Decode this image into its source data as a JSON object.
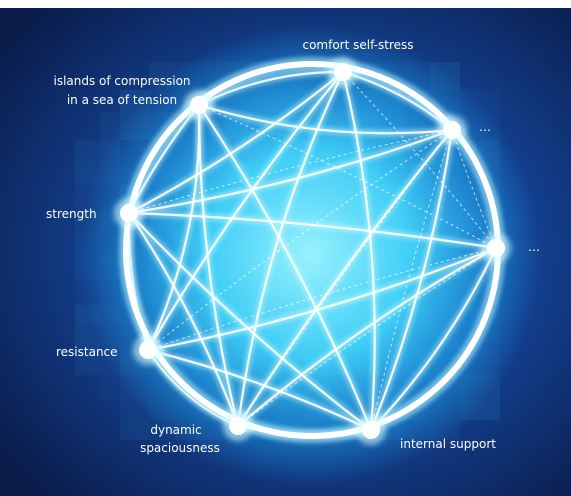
{
  "diagram": {
    "nodes": [
      {
        "id": "comfort",
        "label_lines": [
          "comfort self-stress"
        ]
      },
      {
        "id": "islands",
        "label_lines": [
          "islands of compression",
          "in a sea of tension"
        ]
      },
      {
        "id": "ellipsis-top",
        "label_lines": [
          "…"
        ]
      },
      {
        "id": "strength",
        "label_lines": [
          "strength"
        ]
      },
      {
        "id": "ellipsis-right",
        "label_lines": [
          "…"
        ]
      },
      {
        "id": "resistance",
        "label_lines": [
          "resistance"
        ]
      },
      {
        "id": "dynamic",
        "label_lines": [
          "dynamic",
          "spaciousness"
        ]
      },
      {
        "id": "internal",
        "label_lines": [
          "internal support"
        ]
      }
    ],
    "colors": {
      "background_dark": "#0b1e4d",
      "background_mid": "#143b8a",
      "glow": "#2fd8ff",
      "tile": "#43d3ff",
      "line": "#ffffff"
    }
  }
}
